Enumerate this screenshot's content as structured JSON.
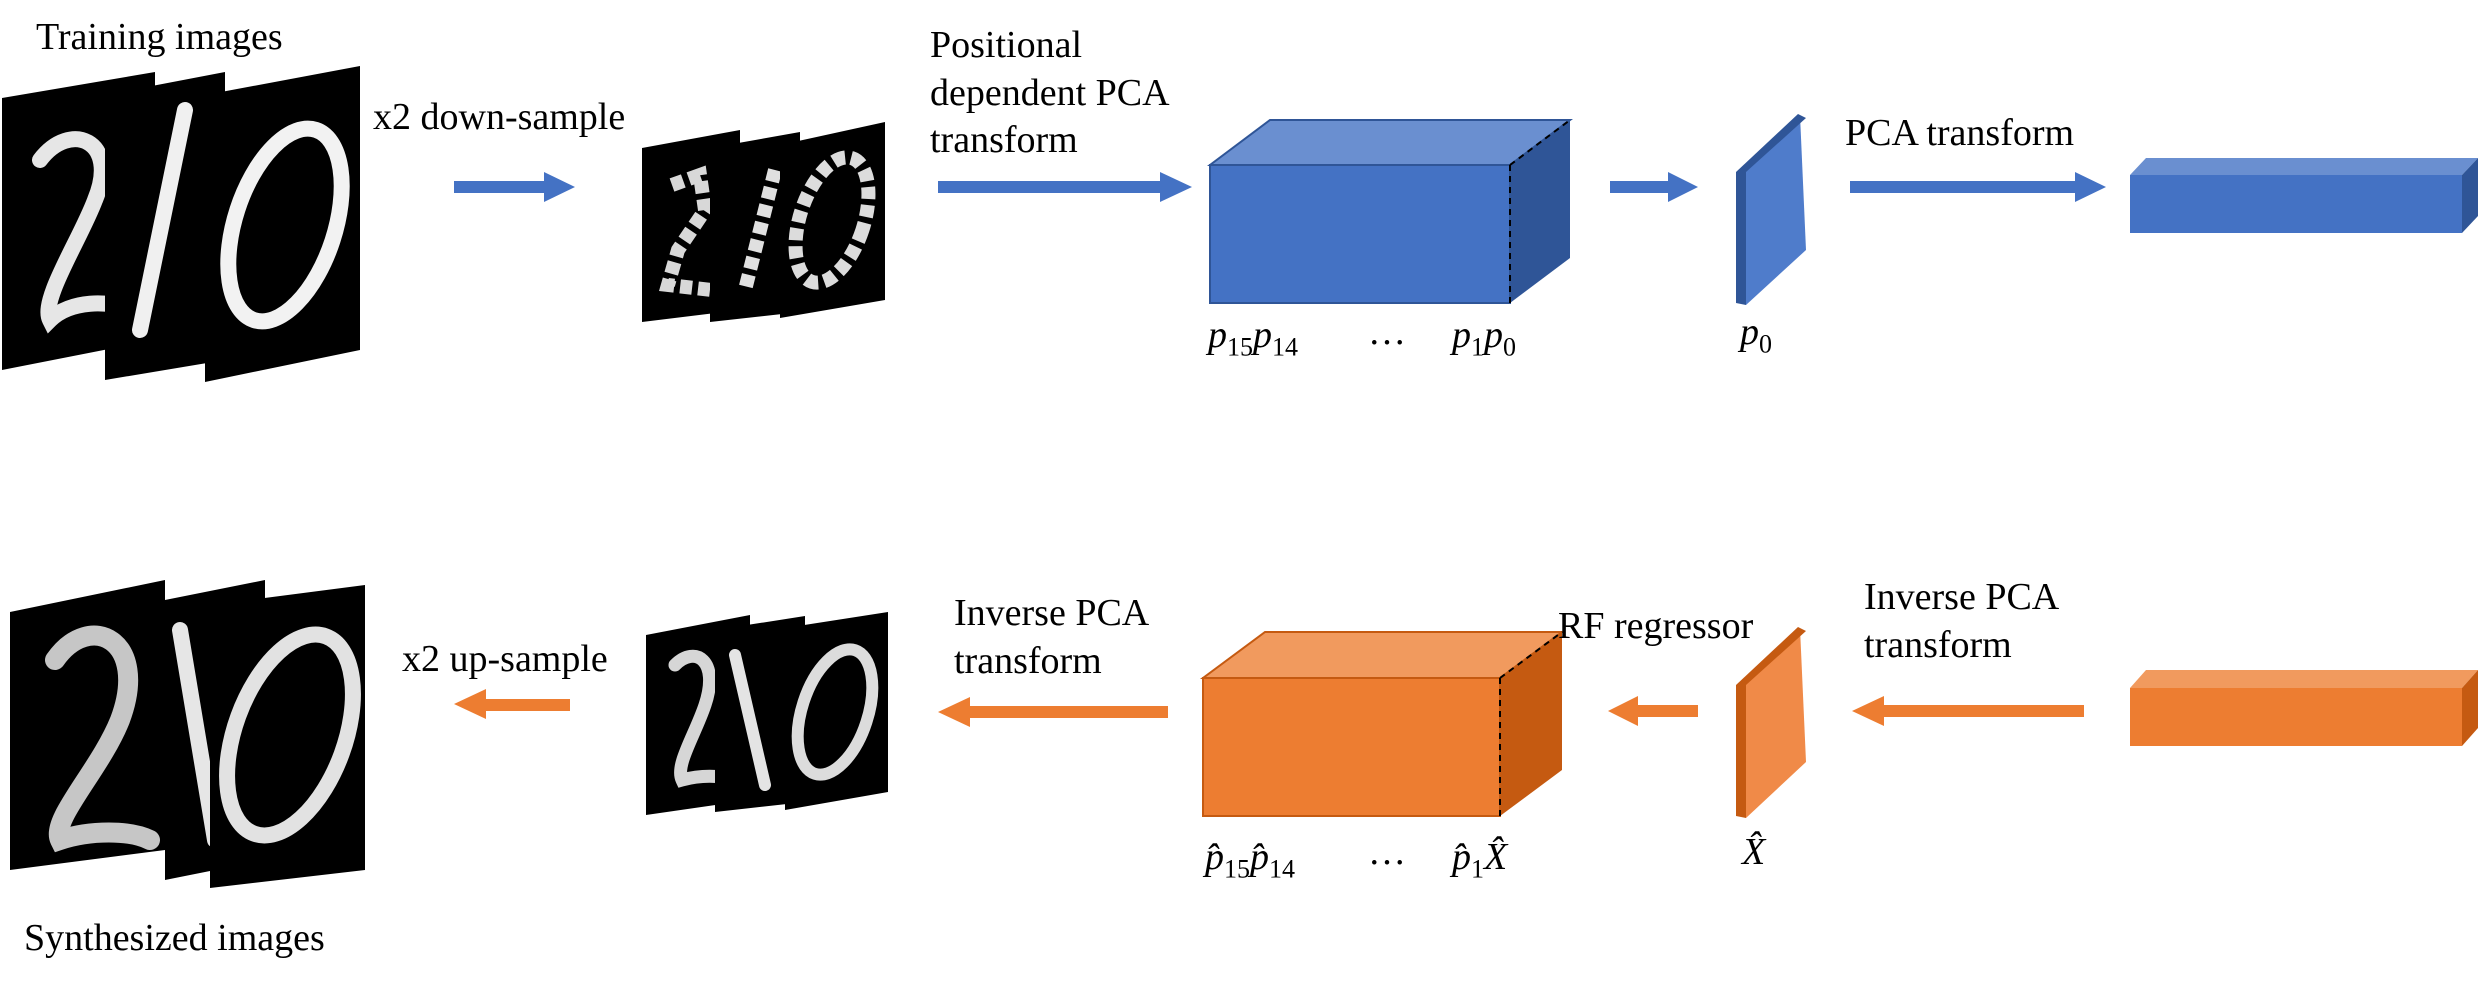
{
  "labels": {
    "training_images": "Training images",
    "downsample": "x2 down-sample",
    "positional_pca_1": "Positional",
    "positional_pca_2": "dependent PCA",
    "positional_pca_3": "transform",
    "pca_transform": "PCA transform",
    "synthesized_images": "Synthesized images",
    "upsample": "x2 up-sample",
    "inverse_pca_left_1": "Inverse PCA",
    "inverse_pca_left_2": "transform",
    "rf_regressor": "RF regressor",
    "inverse_pca_right_1": "Inverse PCA",
    "inverse_pca_right_2": "transform"
  },
  "math": {
    "top_left_sym": "p",
    "top_left_sub1": "15",
    "top_left_sub2": "14",
    "ellipsis": "…",
    "top_right_sub1": "1",
    "top_right_sub2": "0",
    "p0_sub": "0",
    "bottom_left_sym": "p̂",
    "bottom_left_sub1": "15",
    "bottom_left_sub2": "14",
    "bottom_right_sub1": "1",
    "x_hat": "X̂"
  },
  "colors": {
    "blue_front": "#4472C4",
    "blue_top": "#6A8FD0",
    "blue_side": "#2F5597",
    "orange_front": "#ED7D31",
    "orange_top": "#F19A5E",
    "orange_side": "#C55A11",
    "arrow_blue": "#4472C4",
    "arrow_orange": "#ED7D31"
  }
}
